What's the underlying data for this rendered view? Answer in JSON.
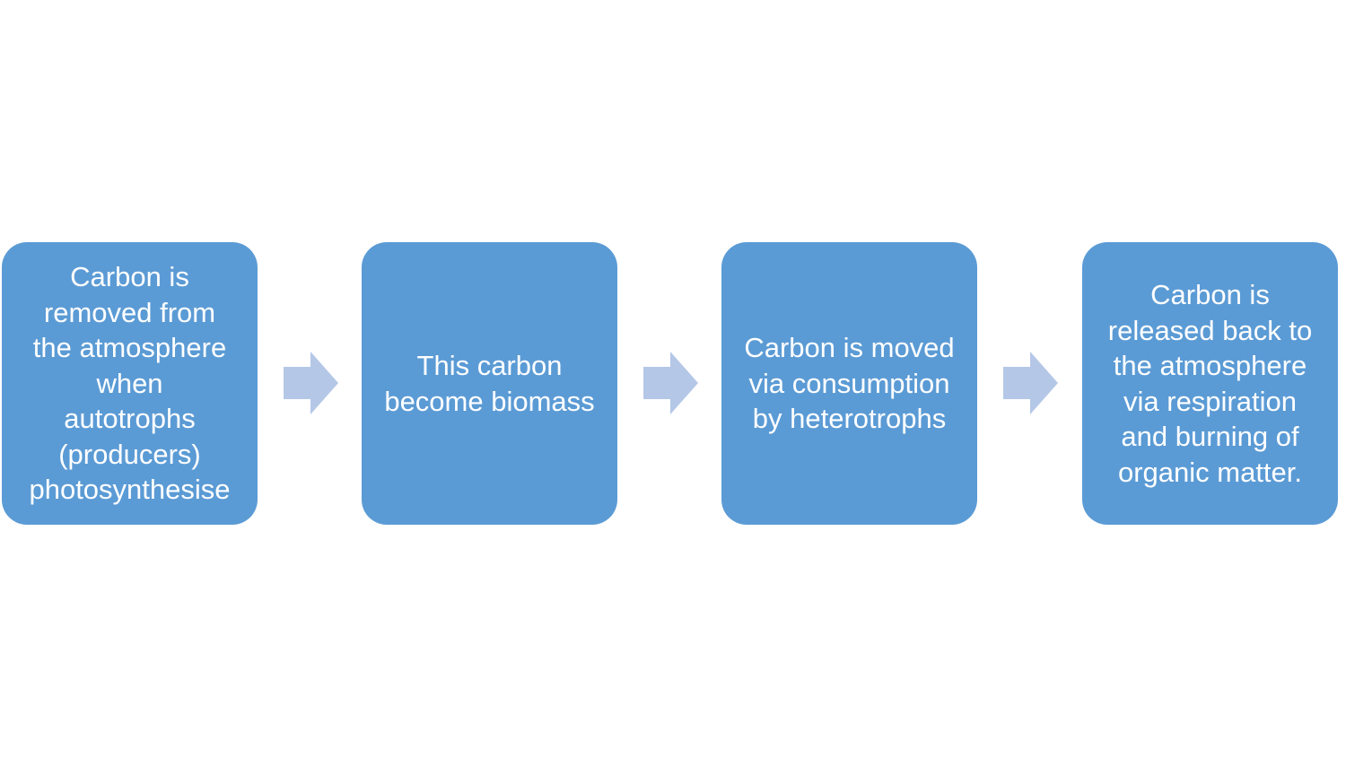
{
  "steps": [
    {
      "text": "Carbon is\nremoved from\nthe atmosphere\nwhen\nautotrophs\n(producers)\nphotosynthesise"
    },
    {
      "text": "This carbon\nbecome biomass"
    },
    {
      "text": "Carbon is moved\nvia consumption\nby heterotrophs"
    },
    {
      "text": "Carbon is\nreleased back to\nthe atmosphere\nvia respiration\nand burning of\norganic matter."
    }
  ],
  "colors": {
    "box_fill": "#5b9bd5",
    "box_text": "#ffffff",
    "arrow_fill": "#b4c7e7"
  }
}
